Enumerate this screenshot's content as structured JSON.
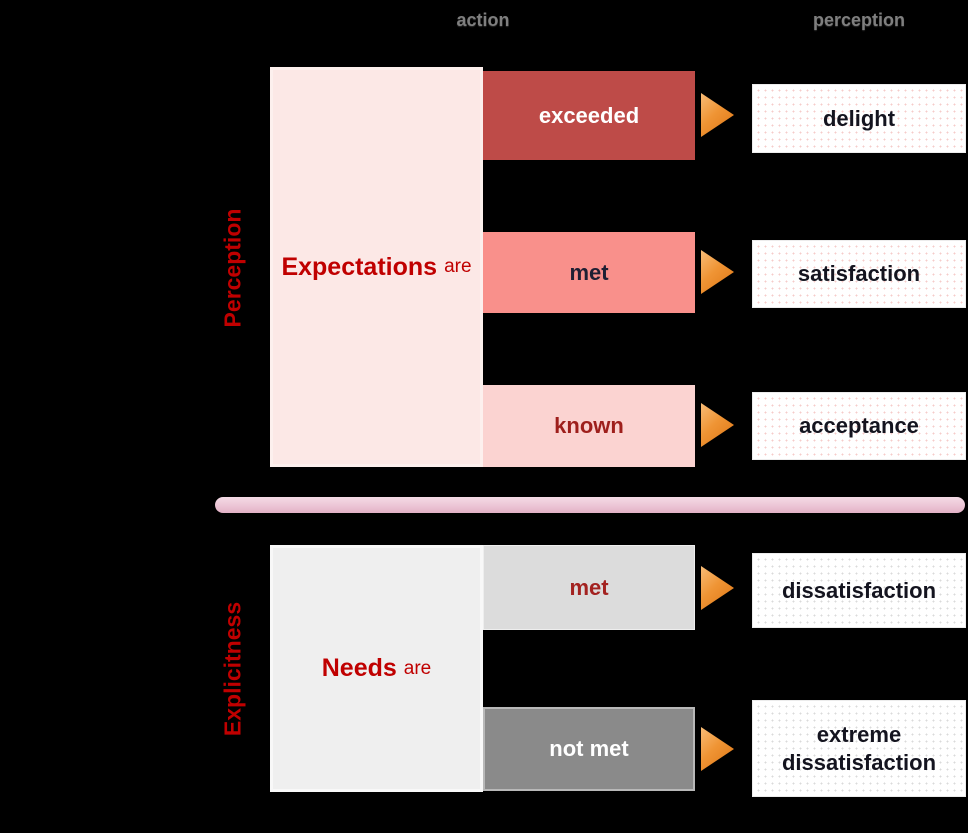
{
  "header": {
    "action_label": "action",
    "perception_label": "perception"
  },
  "axis": {
    "top_label": "Perception",
    "bottom_label": "Explicitness"
  },
  "top_section": {
    "subject": {
      "strong": "Expectations",
      "rest": "are"
    },
    "rows": [
      {
        "action": "exceeded",
        "perception": "delight"
      },
      {
        "action": "met",
        "perception": "satisfaction"
      },
      {
        "action": "known",
        "perception": "acceptance"
      }
    ]
  },
  "bottom_section": {
    "subject": {
      "strong": "Needs",
      "rest": "are"
    },
    "rows": [
      {
        "action": "met",
        "perception": "dissatisfaction"
      },
      {
        "action": "not met",
        "perception": "extreme dissatisfaction"
      }
    ]
  },
  "colors": {
    "background": "#000000",
    "header_text": "#7f7f7f",
    "axis_label_red": "#c00000",
    "expectations_fill": "#fce8e6",
    "needs_fill": "#efefef",
    "exceeded_fill": "#be4b48",
    "met_salmon_fill": "#f9908b",
    "known_fill": "#fbd3d1",
    "met_gray_fill": "#dcdcdc",
    "not_met_fill": "#8a8a8a",
    "result_box_fill": "#ffffff",
    "dark_red_text": "#9e1f1c",
    "arrow_orange": "#ef9434",
    "divider_pink": "#ecc5d5"
  }
}
